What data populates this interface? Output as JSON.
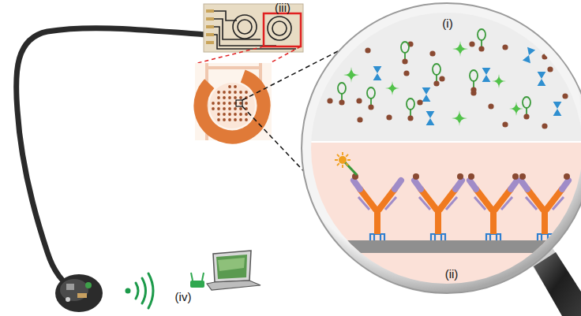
{
  "diagram": {
    "labels": [
      "(iii)",
      "(i)",
      "(ii)",
      "(iv)"
    ]
  }
}
